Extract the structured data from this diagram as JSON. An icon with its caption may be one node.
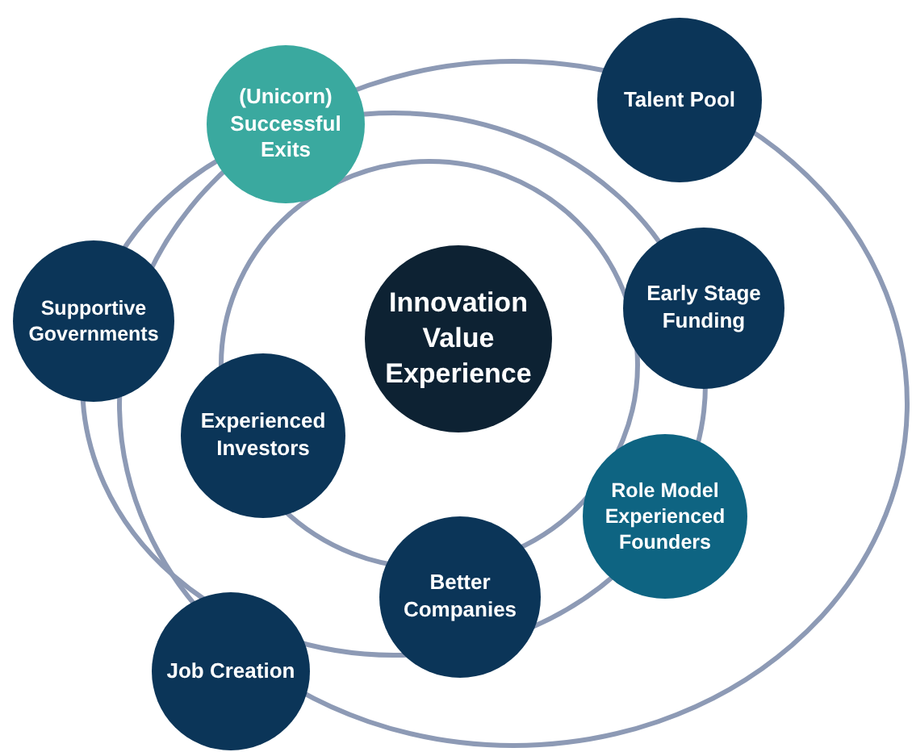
{
  "diagram": {
    "nodes": [
      {
        "text": [
          "(Unicorn) Successful Exits"
        ]
      },
      {
        "text": [
          "Talent Pool"
        ]
      },
      {
        "text": [
          "Supportive Governments"
        ]
      },
      {
        "text": [
          "Early Stage Funding"
        ]
      },
      {
        "text": [
          "Innovation Value Experience"
        ]
      },
      {
        "text": [
          "Experienced Investors"
        ]
      },
      {
        "text": [
          "Role Model Experienced Founders"
        ]
      },
      {
        "text": [
          "Better Companies"
        ]
      },
      {
        "text": [
          "Job Creation"
        ]
      }
    ]
  }
}
